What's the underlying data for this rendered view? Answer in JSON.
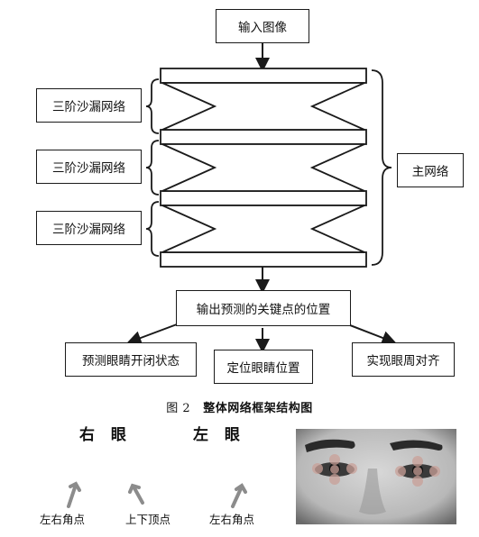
{
  "flowchart": {
    "input_label": "输入图像",
    "hourglass_labels": [
      "三阶沙漏网络",
      "三阶沙漏网络",
      "三阶沙漏网络"
    ],
    "main_network_label": "主网络",
    "output_label": "输出预测的关键点的位置",
    "branches": [
      "预测眼睛开闭状态",
      "定位眼睛位置",
      "实现眼周对齐"
    ]
  },
  "caption": {
    "figure_number": "图 2",
    "title": "整体网络框架结构图"
  },
  "eye_panel": {
    "right_eye_title": "右 眼",
    "left_eye_title": "左 眼",
    "labels": [
      "左右角点",
      "上下顶点",
      "左右角点"
    ]
  },
  "colors": {
    "line": "#1a1a1a",
    "panel_bg": "#1c1c1c",
    "dot": "#ffffff",
    "arrow_gray": "#8c8c8c",
    "overlay_dot": "#c9a098"
  }
}
